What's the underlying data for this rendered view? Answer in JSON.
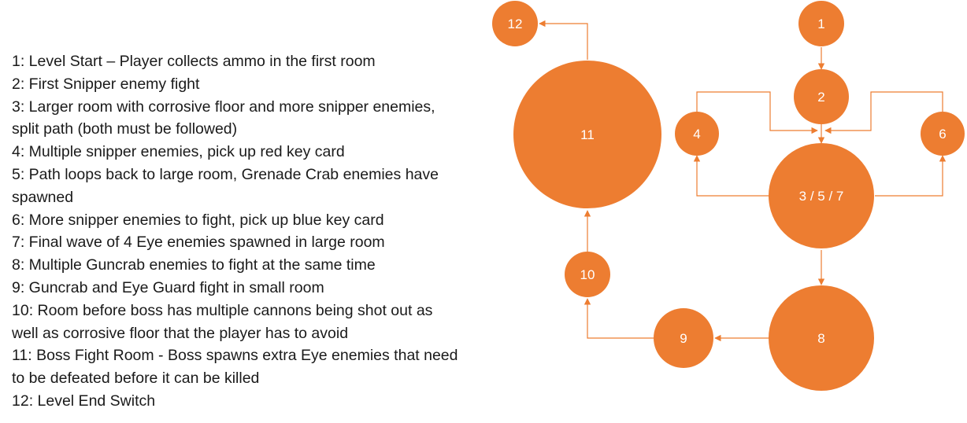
{
  "legend": [
    "1: Level Start – Player collects ammo in the first room",
    "2: First Snipper enemy fight",
    "3: Larger room with corrosive floor and more snipper enemies,",
    "split path (both must be followed)",
    "4: Multiple snipper enemies, pick up red key card",
    "5: Path loops back to large room, Grenade Crab enemies have",
    "spawned",
    "6: More snipper enemies to fight, pick up blue key card",
    "7: Final wave of 4 Eye enemies spawned in large room",
    "8: Multiple Guncrab enemies to fight at the same time",
    "9: Guncrab and Eye Guard fight in small room",
    "10: Room before boss has multiple cannons being shot out as",
    "well as corrosive floor that the player has to avoid",
    "11: Boss Fight Room - Boss spawns extra Eye enemies that need",
    "to be defeated before it can be killed",
    "12: Level End Switch"
  ],
  "nodes": {
    "n1": "1",
    "n2": "2",
    "n3": "3 / 5 / 7",
    "n4": "4",
    "n6": "6",
    "n8": "8",
    "n9": "9",
    "n10": "10",
    "n11": "11",
    "n12": "12"
  },
  "colors": {
    "node_fill": "#ED7D31",
    "edge": "#ED7D31",
    "label": "#FFFFFF",
    "text": "#1A1A1A"
  }
}
